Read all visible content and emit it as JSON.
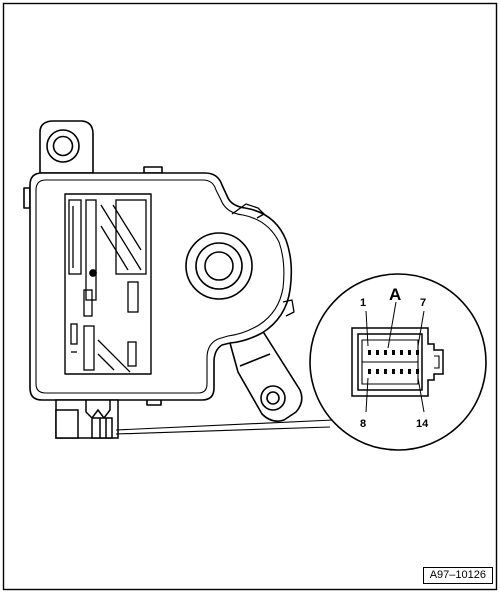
{
  "diagram": {
    "detail_label": "A",
    "pins": {
      "top_left": "1",
      "top_right": "7",
      "bottom_left": "8",
      "bottom_right": "14"
    },
    "figure_ref": "A97–10126"
  }
}
